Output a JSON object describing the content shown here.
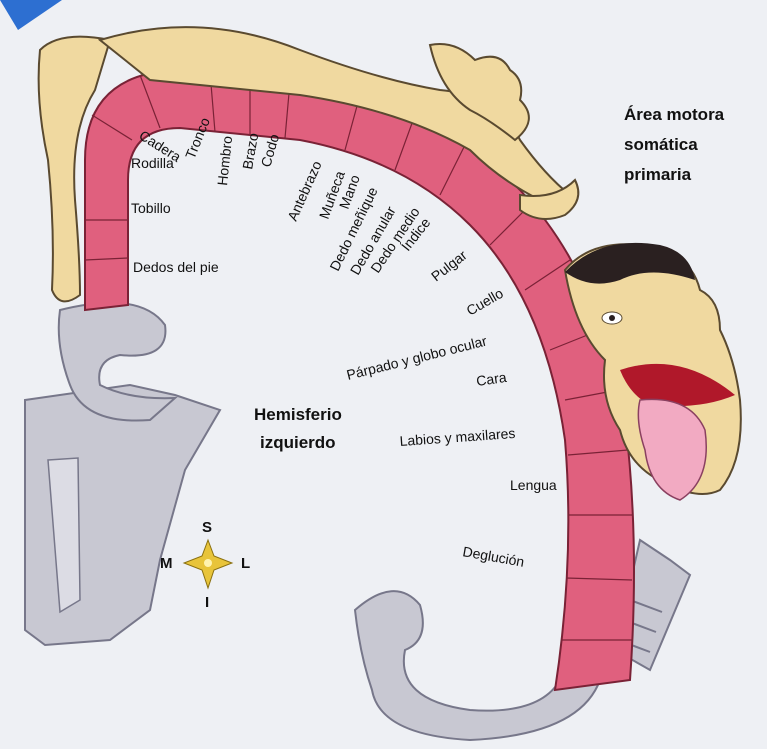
{
  "title_lines": [
    "Área motora",
    "somática",
    "primaria"
  ],
  "hemisphere_lines": [
    "Hemisferio",
    "izquierdo"
  ],
  "body_parts": [
    {
      "key": "cadera",
      "text": "Cadera"
    },
    {
      "key": "tronco",
      "text": "Tronco"
    },
    {
      "key": "hombro",
      "text": "Hombro"
    },
    {
      "key": "brazo",
      "text": "Brazo"
    },
    {
      "key": "codo",
      "text": "Codo"
    },
    {
      "key": "rodilla",
      "text": "Rodilla"
    },
    {
      "key": "tobillo",
      "text": "Tobillo"
    },
    {
      "key": "dedos-pie",
      "text": "Dedos del pie"
    },
    {
      "key": "antebrazo",
      "text": "Antebrazo"
    },
    {
      "key": "muneca",
      "text": "Muñeca"
    },
    {
      "key": "mano",
      "text": "Mano"
    },
    {
      "key": "dedo-menique",
      "text": "Dedo meñique"
    },
    {
      "key": "dedo-anular",
      "text": "Dedo anular"
    },
    {
      "key": "dedo-medio",
      "text": "Dedo medio"
    },
    {
      "key": "indice",
      "text": "Índice"
    },
    {
      "key": "pulgar",
      "text": "Pulgar"
    },
    {
      "key": "cuello",
      "text": "Cuello"
    },
    {
      "key": "parpado",
      "text": "Párpado y globo ocular"
    },
    {
      "key": "cara",
      "text": "Cara"
    },
    {
      "key": "labios",
      "text": "Labios y maxilares"
    },
    {
      "key": "lengua",
      "text": "Lengua"
    },
    {
      "key": "deglucion",
      "text": "Deglución"
    }
  ],
  "compass": {
    "north": "S",
    "west": "M",
    "east": "L",
    "south": "I"
  },
  "colors": {
    "background": "#eef0f4",
    "cortex_band": "#e0607e",
    "cortex_outline": "#7a2236",
    "skin": "#f0d9a0",
    "brain_gray": "#c8c8d2",
    "lips": "#b0182a",
    "tongue": "#f2aac2",
    "hair": "#2a2020",
    "compass_star": "#e8c43a",
    "corner_triangle": "#2d6fd1"
  }
}
